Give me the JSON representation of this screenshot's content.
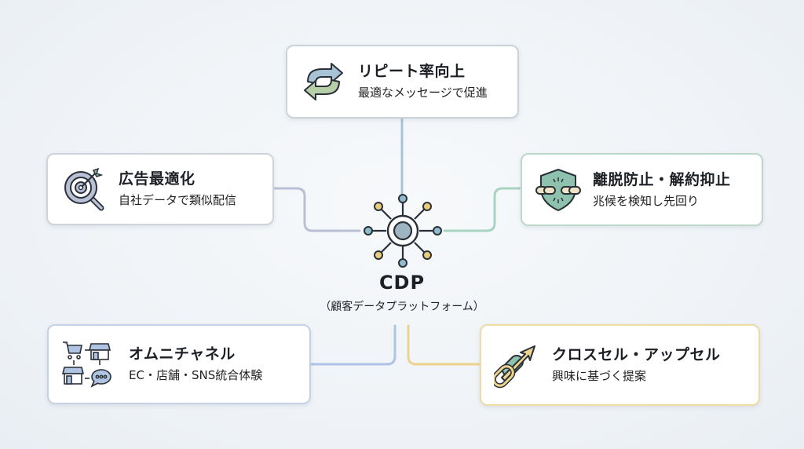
{
  "diagram": {
    "center": {
      "title": "CDP",
      "subtitle": "（顧客データプラットフォーム）",
      "icon": "network-hub-icon"
    },
    "nodes": [
      {
        "id": "repeat",
        "title": "リピート率向上",
        "subtitle": "最適なメッセージで促進",
        "icon": "cycle-arrows-icon",
        "color": "#a8c3d6"
      },
      {
        "id": "ads",
        "title": "広告最適化",
        "subtitle": "自社データで類似配信",
        "icon": "target-magnifier-icon",
        "color": "#b9c0d6"
      },
      {
        "id": "churn",
        "title": "離脱防止・解約抑止",
        "subtitle": "兆候を検知し先回り",
        "icon": "shield-broken-chain-icon",
        "color": "#a9d4c2"
      },
      {
        "id": "omni",
        "title": "オムニチャネル",
        "subtitle": "EC・店舗・SNS統合体験",
        "icon": "cart-store-chat-icon",
        "color": "#aec4e2"
      },
      {
        "id": "cross",
        "title": "クロスセル・アップセル",
        "subtitle": "興味に基づく提案",
        "icon": "chain-arrow-up-icon",
        "color": "#ecd48f"
      }
    ]
  }
}
